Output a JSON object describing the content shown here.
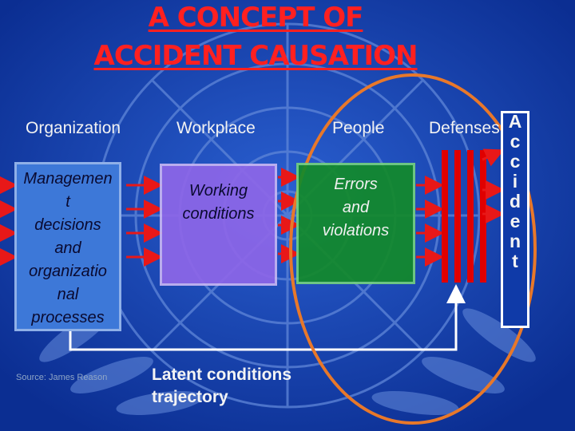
{
  "title": {
    "line1": "A CONCEPT OF",
    "line2": "ACCIDENT CAUSATION"
  },
  "columns": {
    "organization": "Organization",
    "workplace": "Workplace",
    "people": "People",
    "defenses": "Defenses"
  },
  "boxes": {
    "organization_lines": [
      "Managemen",
      "t",
      "decisions",
      "and",
      "organizatio",
      "nal",
      "processes"
    ],
    "workplace_lines": [
      "Working",
      "conditions"
    ],
    "people_lines": [
      "Errors",
      "and",
      "violations"
    ]
  },
  "accident_letters": [
    "A",
    "c",
    "c",
    "i",
    "d",
    "e",
    "n",
    "t"
  ],
  "source": "Source: James Reason",
  "latent": {
    "line1": "Latent conditions",
    "line2": "trajectory"
  },
  "colors": {
    "background": "#0f3aa8",
    "title": "#ff2020",
    "arrow": "#e81818",
    "defense_bar": "#e00000",
    "circle": "#e8782a"
  }
}
